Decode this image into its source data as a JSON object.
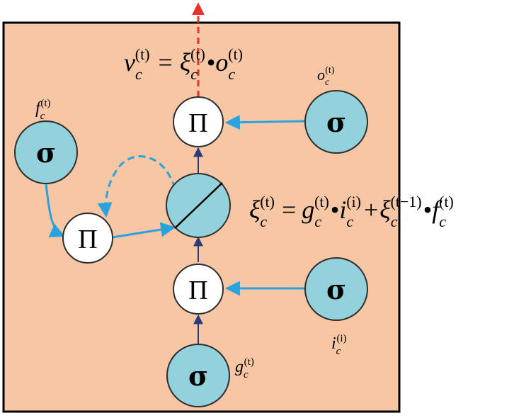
{
  "colors": {
    "box_fill": "#f7c6a5",
    "box_border": "#000000",
    "gate_fill": "#93d2dc",
    "gate_stroke": "#2e2e2e",
    "mult_fill": "#ffffff",
    "flow_arrow": "#2aa3dc",
    "thin_arrow": "#2b3a7a",
    "output_arrow": "#e8332a"
  },
  "icons": {
    "gate": "sigma",
    "multiply": "Pi (product)",
    "cell": "circle-with-slash"
  },
  "nodes": {
    "sigma_symbol": "σ",
    "pi_symbol": "Π"
  },
  "labels": {
    "output_eq": {
      "lhs_base": "v",
      "lhs_sub": "c",
      "lhs_sup": "(t)",
      "equals": "=",
      "xi_base": "ξ",
      "xi_sub": "c",
      "xi_sup": "(t)",
      "dot": "•",
      "o_base": "o",
      "o_sub": "c",
      "o_sup": "(t)"
    },
    "output_gate": {
      "base": "o",
      "sub": "c",
      "sup": "(t)"
    },
    "forget_gate": {
      "base": "f",
      "sub": "c",
      "sup": "(t)"
    },
    "cell_eq": {
      "xi_base": "ξ",
      "xi_sub": "c",
      "xi_sup": "(t)",
      "equals": "=",
      "g_base": "g",
      "g_sub": "c",
      "g_sup": "(t)",
      "dot1": "•",
      "i_base": "i",
      "i_sub": "c",
      "i_sup": "(i)",
      "plus": "+",
      "xi2_base": "ξ",
      "xi2_sub": "c",
      "xi2_sup": "(t−1)",
      "dot2": "•",
      "f_base": "f",
      "f_sub": "c",
      "f_sup": "(t)"
    },
    "input_gate": {
      "base": "i",
      "sub": "c",
      "sup": "(i)"
    },
    "input_node": {
      "base": "g",
      "sub": "c",
      "sup": "(t)"
    }
  }
}
